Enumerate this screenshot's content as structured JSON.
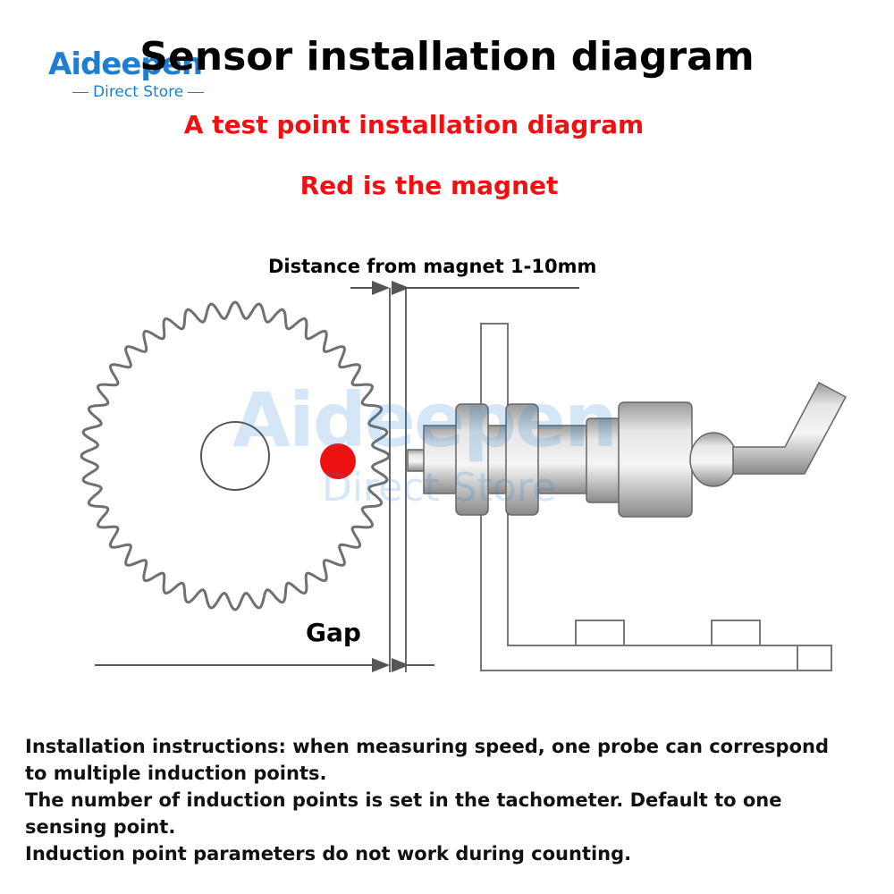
{
  "logo": {
    "brand": "Aideepen",
    "tagline": "Direct Store"
  },
  "header": {
    "title": "Sensor installation diagram",
    "subtitle": "A test point installation diagram",
    "note": "Red is the magnet"
  },
  "diagram": {
    "distance_label": "Distance from magnet 1-10mm",
    "gap_label": "Gap",
    "colors": {
      "magnet": "#ee1111",
      "line": "#666666",
      "sensor_fill": "#d7d7d7"
    }
  },
  "instructions": {
    "lines": [
      "Installation instructions: when measuring speed, one probe can correspond",
      " to multiple induction points.",
      "The number of induction points is set in the tachometer. Default to one",
      "sensing point.",
      "Induction point parameters do not work during counting."
    ]
  }
}
